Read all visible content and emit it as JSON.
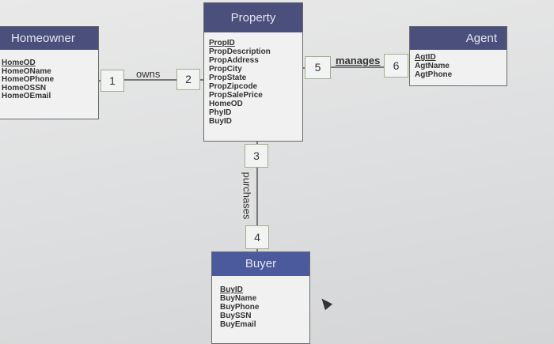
{
  "entities": {
    "homeowner": {
      "title": "Homeowner",
      "attributes": [
        "HomeOD",
        "HomeOName",
        "HomeOPhone",
        "HomeOSSN",
        "HomeOEmail"
      ]
    },
    "property": {
      "title": "Property",
      "attributes": [
        "PropID",
        "PropDescription",
        "PropAddress",
        "PropCity",
        "PropState",
        "PropZipcode",
        "PropSalePrice",
        "HomeOD",
        "PhyID",
        "BuyID"
      ]
    },
    "agent": {
      "title": "Agent",
      "attributes": [
        "AgtID",
        "AgtName",
        "AgtPhone"
      ]
    },
    "buyer": {
      "title": "Buyer",
      "attributes": [
        "BuyID",
        "BuyName",
        "BuyPhone",
        "BuySSN",
        "BuyEmail"
      ]
    }
  },
  "relationships": {
    "owns": {
      "label": "owns",
      "left": "1",
      "right": "2"
    },
    "manages": {
      "label": "manages",
      "left": "5",
      "right": "6"
    },
    "purchases": {
      "label": "purchases",
      "top": "3",
      "bottom": "4"
    }
  },
  "colors": {
    "header": "#4b4f7c",
    "card_border": "#9bb28e"
  }
}
